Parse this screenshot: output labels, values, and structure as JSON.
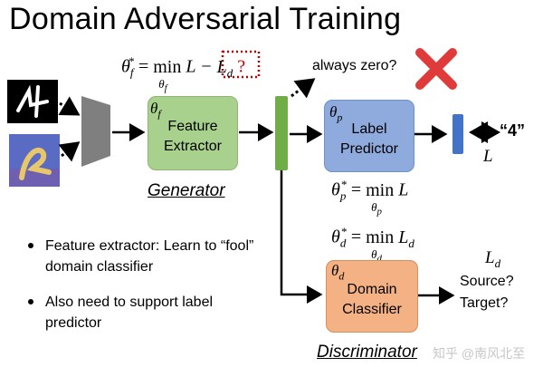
{
  "title": "Domain Adversarial Training",
  "equations": {
    "theta_f_star_lhs": "θ",
    "feature_objective": "θ*f = min L − Ld ?",
    "label_objective": "θ*p = min L",
    "domain_objective": "θ*d = min Ld"
  },
  "labels": {
    "always_zero": "always zero?",
    "output_four": "“4”",
    "loss_L": "L",
    "loss_Ld": "Ld",
    "source": "Source?",
    "target": "Target?",
    "theta_f": "θf",
    "theta_p": "θp",
    "theta_d": "θd"
  },
  "boxes": {
    "feature_extractor": "Feature\nExtractor",
    "label_predictor": "Label\nPredictor",
    "domain_classifier": "Domain\nClassifier"
  },
  "captions": {
    "generator": "Generator",
    "discriminator": "Discriminator"
  },
  "bullets": [
    "Feature extractor: Learn to “fool” domain classifier",
    "Also need to support label predictor"
  ],
  "watermark": "知乎 @南风北至",
  "colors": {
    "feature": "#a9d18e",
    "label": "#8faadc",
    "domain": "#f4b183",
    "feature_bar": "#70ad47",
    "out_bar": "#4472c4",
    "cross": "#e03b3b",
    "question": "#c00000"
  }
}
